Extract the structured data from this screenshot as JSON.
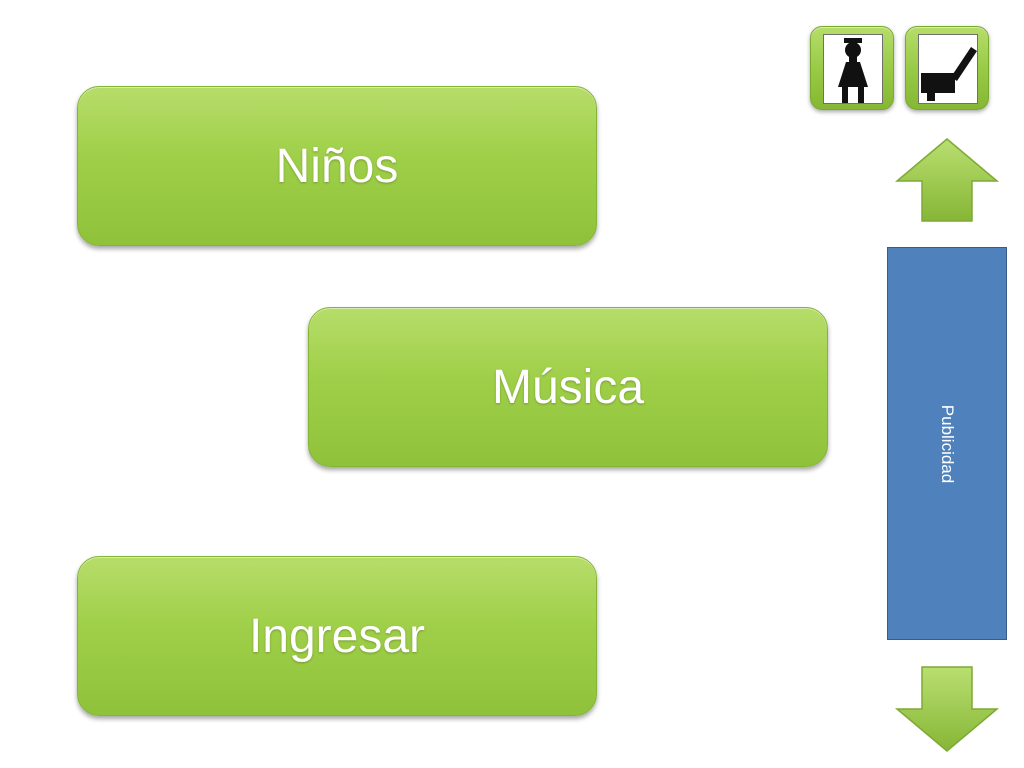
{
  "menu": {
    "ninos_label": "Niños",
    "musica_label": "Música",
    "ingresar_label": "Ingresar"
  },
  "top_icons": {
    "kid_icon": "child-figure-icon",
    "seat_icon": "recline-seat-icon"
  },
  "scroll": {
    "up_icon": "arrow-up-icon",
    "down_icon": "arrow-down-icon"
  },
  "ad": {
    "label": "Publicidad"
  },
  "colors": {
    "button_green": "#9fcf48",
    "ad_blue": "#4f81bd"
  }
}
